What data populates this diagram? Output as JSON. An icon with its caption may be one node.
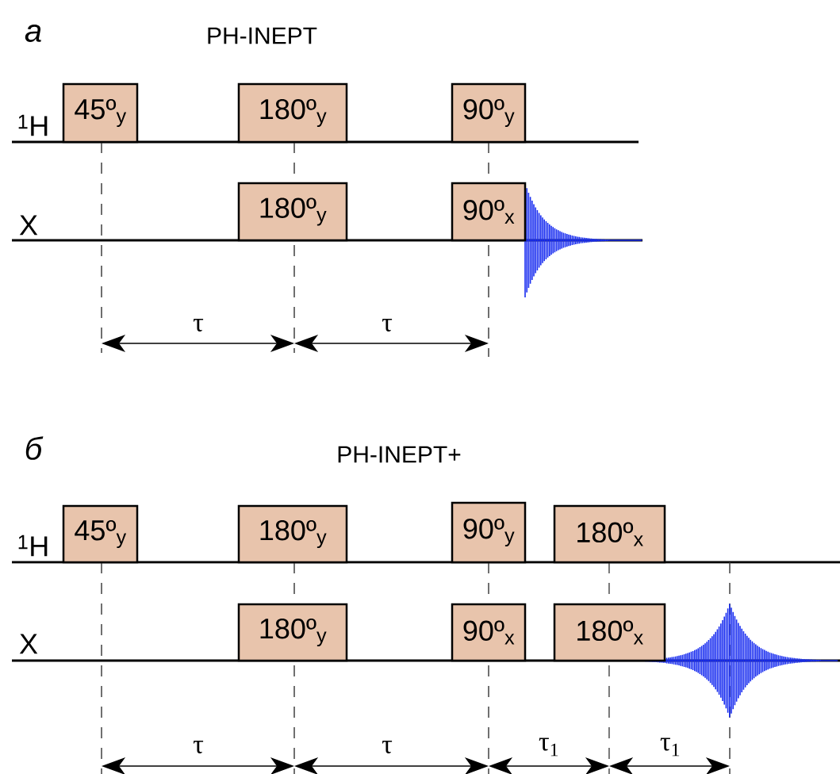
{
  "diagram": {
    "nodes": [
      {
        "text": [
          "45º$_{y}$"
        ]
      },
      {
        "text": [
          "180º$_{y}$"
        ]
      },
      {
        "text": [
          "90º$_{y}$"
        ]
      },
      {
        "text": [
          "180º$_{y}$"
        ]
      },
      {
        "text": [
          "90º$_{x}$"
        ]
      },
      {
        "text": [
          "45º$_{y}$"
        ]
      },
      {
        "text": [
          "180º$_{y}$"
        ]
      },
      {
        "text": [
          "90º$_{y}$"
        ]
      },
      {
        "text": [
          "180º$_{x}$"
        ]
      },
      {
        "text": [
          "180º$_{y}$"
        ]
      },
      {
        "text": [
          "90º$_{x}$"
        ]
      },
      {
        "text": [
          "180º$_{x}$"
        ]
      }
    ],
    "labels": [
      "а",
      "PH-INEPT",
      "$^{1}$H",
      "X",
      "τ",
      "τ",
      "б",
      "PH-INEPT+",
      "$^{1}$H",
      "X",
      "τ",
      "τ",
      "τ$_{1}$",
      "τ$_{1}$"
    ]
  }
}
